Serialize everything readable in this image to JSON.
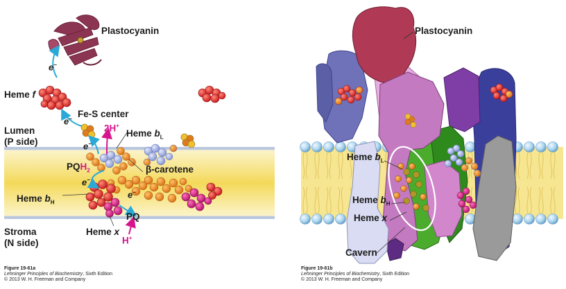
{
  "panel_a": {
    "labels": {
      "plastocyanin": "Plastocyanin",
      "electron_top": "e",
      "electron_sup": "−",
      "heme_f_main": "Heme ",
      "heme_f_italic": "f",
      "fe_s_center": "Fe-S center",
      "lumen": "Lumen",
      "p_side": "(P side)",
      "two_h_plus": "2H",
      "plus_sign": "+",
      "heme_bl_main": "Heme ",
      "heme_bl_italic": "b",
      "sub_l": "L",
      "pq_main": "PQ",
      "pq_h": "H",
      "pq_sub": "2",
      "beta_carotene": "β-carotene",
      "heme_bh_main": "Heme ",
      "heme_bh_italic": "b",
      "sub_h": "H",
      "heme_x_main": "Heme ",
      "heme_x_italic": "x",
      "pq": "PQ",
      "h_plus": "H",
      "stroma": "Stroma",
      "n_side": "(N side)"
    },
    "caption": {
      "figure": "Figure 19-61a",
      "book": "Lehninger Principles of Biochemistry",
      "edition": ", Sixth Edition",
      "copyright": "© 2013 W. H. Freeman and Company"
    }
  },
  "panel_b": {
    "labels": {
      "plastocyanin": "Plastocyanin",
      "heme_bl_main": "Heme ",
      "heme_bl_italic": "b",
      "sub_l": "L",
      "heme_bh_main": "Heme ",
      "heme_bh_italic": "b",
      "sub_h": "H",
      "heme_x_main": "Heme ",
      "heme_x_italic": "x",
      "cavern": "Cavern"
    },
    "caption": {
      "figure": "Figure 19-61b",
      "book": "Lehninger Principles of Biochemistry",
      "edition": ", Sixth Edition",
      "copyright": "© 2013 W. H. Freeman and Company"
    }
  },
  "colors": {
    "membrane": "#f6df6a",
    "membrane_edge": "#9fb6d6",
    "heme": "#e8322c",
    "carotene": "#f08a1e",
    "pq": "#a9b6e6",
    "magenta": "#d6158c",
    "plastocyanin_ribbon": "#7a2b43",
    "arrow_cyan": "#2aa9d8"
  }
}
